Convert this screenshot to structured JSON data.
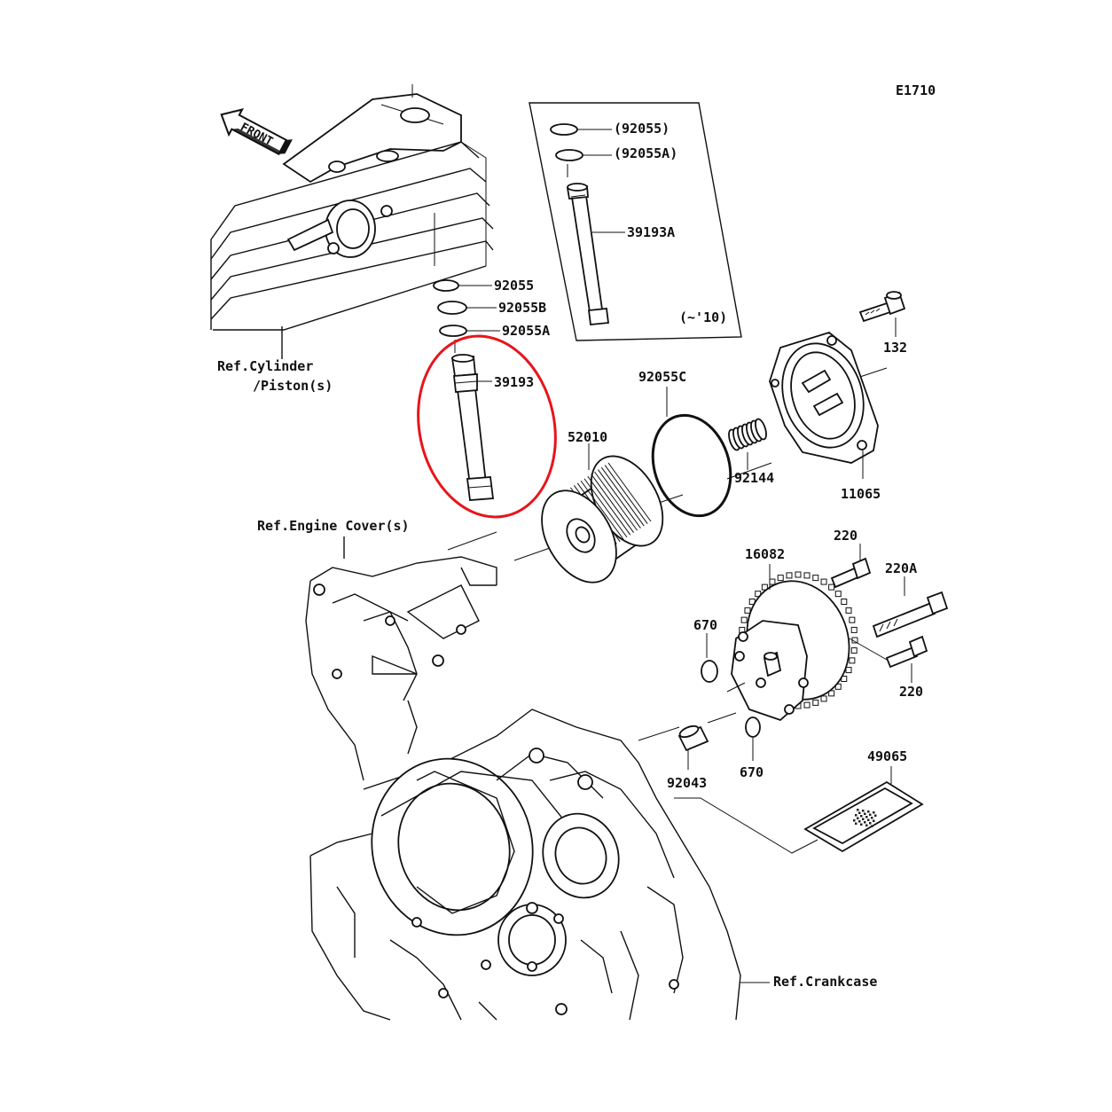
{
  "diagram": {
    "code": "E1710",
    "front_label": "FRONT",
    "inset_note": "(~'10)",
    "highlight_color": "#e8141a",
    "refs": {
      "cylinder_line1": "Ref.Cylinder",
      "cylinder_line2": "/Piston(s)",
      "engine_cover": "Ref.Engine Cover(s)",
      "crankcase": "Ref.Crankcase"
    },
    "parts": {
      "p92055_inset": "(92055)",
      "p92055A_inset": "(92055A)",
      "p39193A": "39193A",
      "p92055": "92055",
      "p92055B": "92055B",
      "p92055A": "92055A",
      "p39193": "39193",
      "p92055C": "92055C",
      "p132": "132",
      "p52010": "52010",
      "p92144": "92144",
      "p11065": "11065",
      "p220_top": "220",
      "p16082": "16082",
      "p220A": "220A",
      "p670_left": "670",
      "p220_bottom": "220",
      "p92043": "92043",
      "p670_bottom": "670",
      "p49065": "49065"
    }
  }
}
